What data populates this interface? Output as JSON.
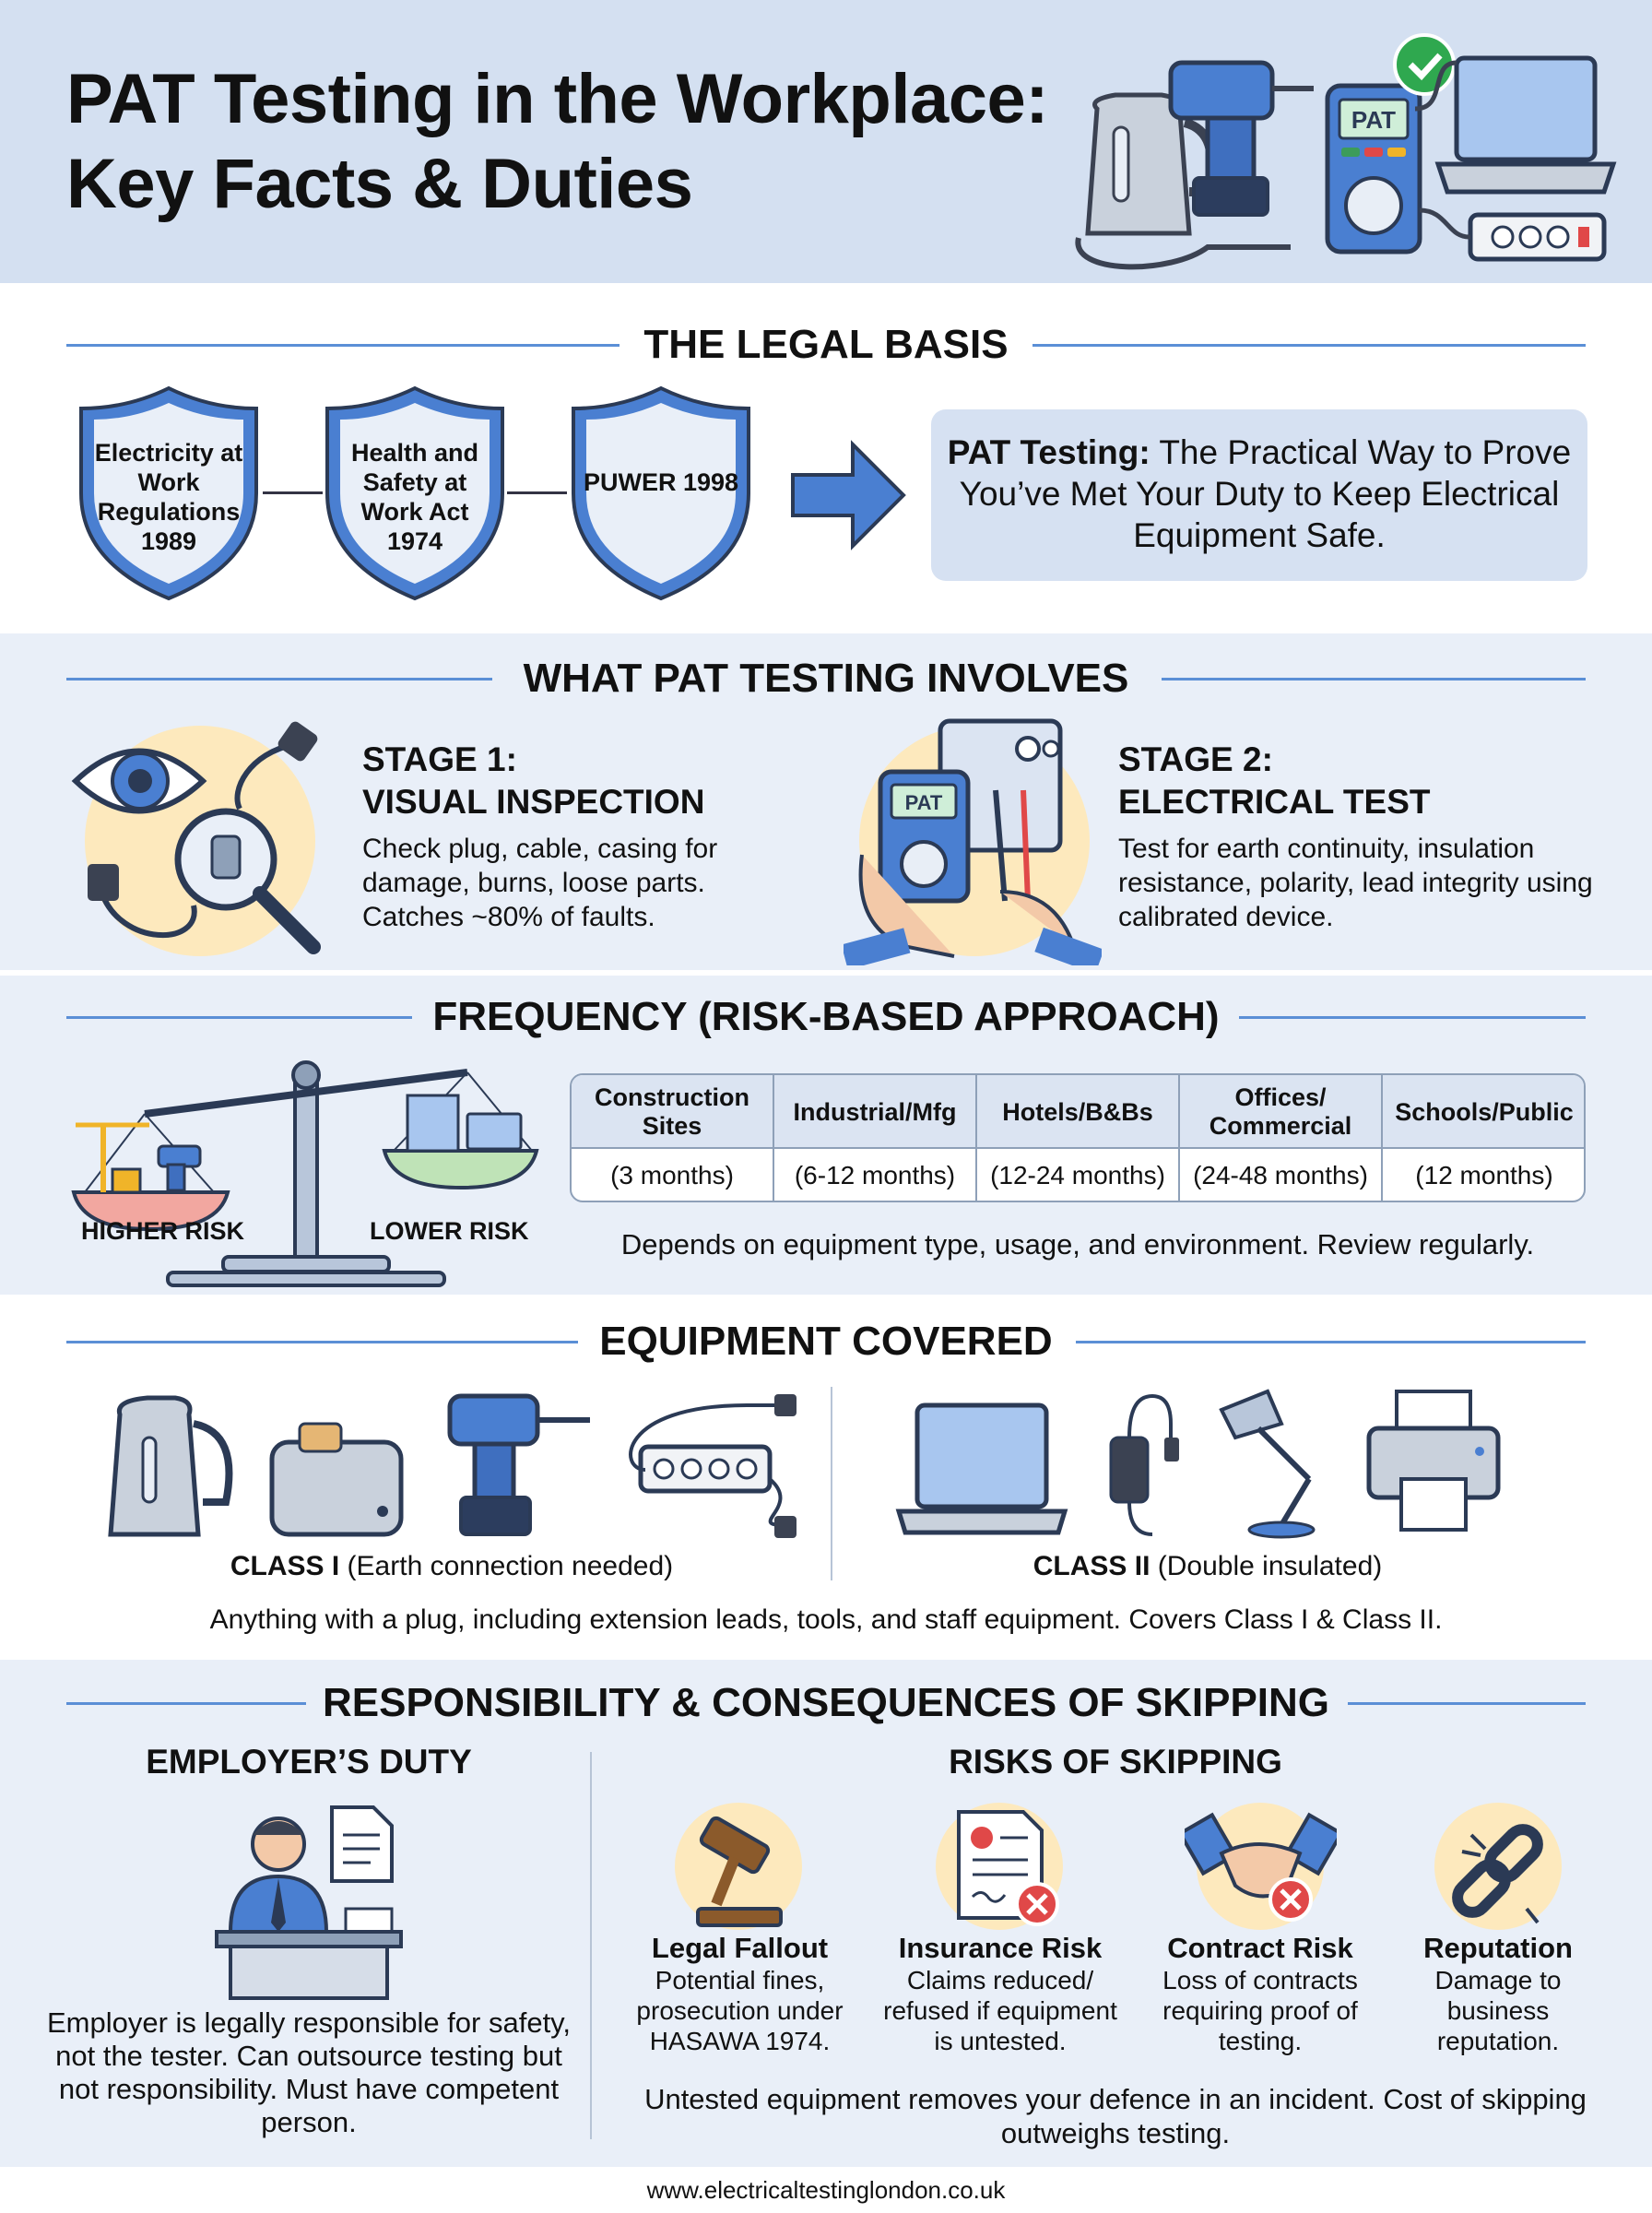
{
  "header": {
    "title_line1": "PAT Testing in the Workplace:",
    "title_line2": "Key Facts & Duties",
    "device_label": "PAT"
  },
  "legal": {
    "heading": "THE LEGAL BASIS",
    "shields": [
      {
        "label": "Electricity at Work Regulations 1989"
      },
      {
        "label": "Health and Safety at Work Act 1974"
      },
      {
        "label": "PUWER 1998"
      }
    ],
    "callout_bold": "PAT Testing:",
    "callout_text": " The Practical Way to Prove You’ve Met Your Duty to Keep Electrical Equipment Safe."
  },
  "involves": {
    "heading": "WHAT PAT TESTING INVOLVES",
    "stage1": {
      "title_line1": "STAGE 1:",
      "title_line2": "VISUAL INSPECTION",
      "desc": "Check plug, cable, casing for damage, burns, loose parts. Catches ~80% of faults."
    },
    "stage2": {
      "title_line1": "STAGE 2:",
      "title_line2": "ELECTRICAL TEST",
      "desc": "Test for earth continuity, insulation resistance, polarity, lead integrity using calibrated device.",
      "device_label": "PAT"
    }
  },
  "frequency": {
    "heading": "FREQUENCY (RISK-BASED APPROACH)",
    "higher_risk": "HIGHER RISK",
    "lower_risk": "LOWER RISK",
    "columns": [
      {
        "header": "Construction Sites",
        "value": "(3 months)"
      },
      {
        "header": "Industrial/Mfg",
        "value": "(6-12 months)"
      },
      {
        "header": "Hotels/B&Bs",
        "value": "(12-24 months)"
      },
      {
        "header": "Offices/ Commercial",
        "value": "(24-48 months)"
      },
      {
        "header": "Schools/Public",
        "value": "(12 months)"
      }
    ],
    "note": "Depends on equipment type, usage, and environment. Review regularly."
  },
  "equipment": {
    "heading": "EQUIPMENT COVERED",
    "class1_bold": "CLASS I",
    "class1_text": " (Earth connection needed)",
    "class2_bold": "CLASS II",
    "class2_text": " (Double insulated)",
    "note": "Anything with a plug, including extension leads, tools, and staff equipment. Covers Class I & Class II."
  },
  "responsibility": {
    "heading": "RESPONSIBILITY & CONSEQUENCES OF SKIPPING",
    "employer_title": "EMPLOYER’S DUTY",
    "employer_desc": "Employer is legally responsible for safety, not the tester. Can outsource testing but not responsibility. Must have competent person.",
    "risks_title": "RISKS OF SKIPPING",
    "risks": [
      {
        "title": "Legal Fallout",
        "desc": "Potential fines, prosecution under HASAWA 1974."
      },
      {
        "title": "Insurance Risk",
        "desc": "Claims reduced/ refused if equipment is untested."
      },
      {
        "title": "Contract Risk",
        "desc": "Loss of contracts requiring proof of testing."
      },
      {
        "title": "Reputation",
        "desc": "Damage to business reputation."
      }
    ],
    "note": "Untested equipment removes your defence in an incident. Cost of skipping outweighs testing."
  },
  "footer": {
    "url": "www.electricaltestinglondon.co.uk"
  },
  "colors": {
    "header_bg": "#d4e0f1",
    "section_line": "#5b8fd6",
    "accent_blue": "#4a7fd1",
    "warning_red": "#e04848",
    "highlight_cream": "#fde9bd",
    "check_green": "#2fa84f"
  }
}
